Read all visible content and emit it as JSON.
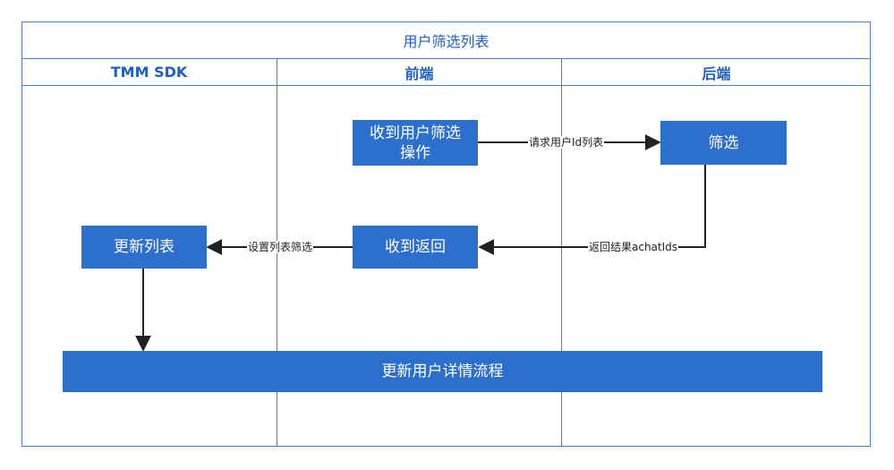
{
  "title": "用户筛选列表",
  "lanes": [
    {
      "label": "TMM SDK"
    },
    {
      "label": "前端"
    },
    {
      "label": "后端"
    }
  ],
  "nodes": {
    "receive_filter": {
      "lines": [
        "收到用户筛选",
        "操作"
      ]
    },
    "filter": {
      "label": "筛选"
    },
    "receive_return": {
      "label": "收到返回"
    },
    "update_list": {
      "label": "更新列表"
    },
    "update_detail": {
      "label": "更新用户详情流程"
    }
  },
  "edges": {
    "request_ids": {
      "label": "请求用户Id列表"
    },
    "return_result": {
      "label": "返回结果achatIds"
    },
    "set_filter": {
      "label": "设置列表筛选"
    }
  },
  "colors": {
    "border": "#4a7fd0",
    "header_text": "#1f5fbf",
    "box_fill": "#2d6fcc",
    "box_text": "#ffffff",
    "arrow": "#222222"
  }
}
